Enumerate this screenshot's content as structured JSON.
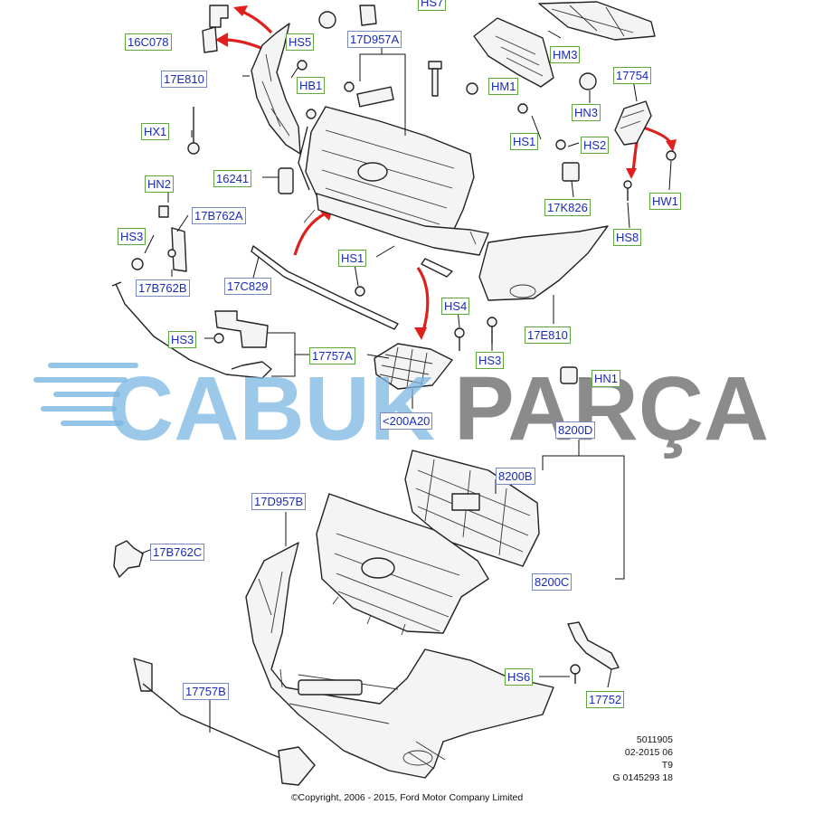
{
  "labels": {
    "hs7": "HS7",
    "hs5": "HS5",
    "c16c078": "16C078",
    "d17d957a": "17D957A",
    "e17e810_top": "17E810",
    "hb1": "HB1",
    "hx1": "HX1",
    "c16241": "16241",
    "hn2": "HN2",
    "b17b762a": "17B762A",
    "hs3_left": "HS3",
    "b17b762b": "17B762B",
    "c17c829": "17C829",
    "hs1_mid": "HS1",
    "hm3": "HM3",
    "hm1": "HM1",
    "n17754": "17754",
    "hn3": "HN3",
    "hs1_right": "HS1",
    "hs2": "HS2",
    "hw1": "HW1",
    "k17k826": "17K826",
    "hs8": "HS8",
    "e17e810_right": "17E810",
    "hs4": "HS4",
    "hs3_center": "HS3",
    "hs3_mid": "HS3",
    "a17757a": "17757A",
    "a200a20": "<200A20",
    "hn1": "HN1",
    "d8200d": "8200D",
    "b8200b": "8200B",
    "c8200c": "8200C",
    "d17d957b": "17D957B",
    "c17b762c": "17B762C",
    "b17757b": "17757B",
    "hs6": "HS6",
    "n17752": "17752"
  },
  "watermark": {
    "part1": "CABUK",
    "part2": "PARÇA"
  },
  "meta": {
    "line1": "5011905",
    "line2": "02-2015 06",
    "line3": "T9",
    "line4": "G 0145293 18"
  },
  "copyright": "©Copyright, 2006 - 2015, Ford Motor Company Limited",
  "colors": {
    "label_text": "#1a2bb8",
    "label_border": "#5ea83d",
    "arrow": "#e0201c",
    "watermark_blue": "#7bb7e3",
    "watermark_gray": "#777777"
  }
}
